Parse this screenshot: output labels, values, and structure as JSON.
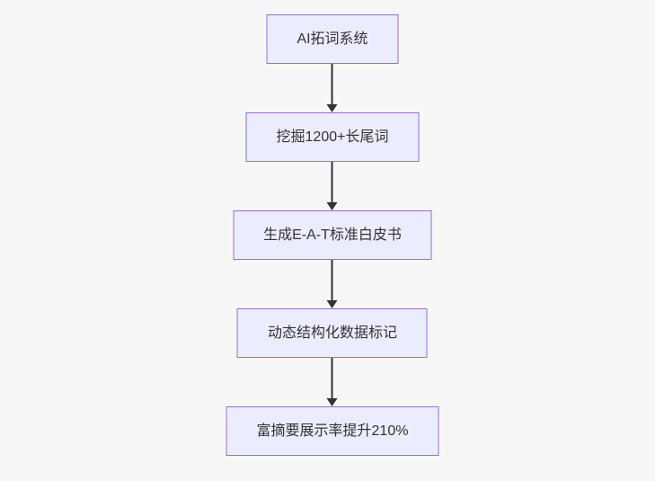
{
  "diagram": {
    "type": "flowchart",
    "direction": "top-down",
    "nodes": [
      {
        "id": "n1",
        "label": "AI拓词系统"
      },
      {
        "id": "n2",
        "label": "挖掘1200+长尾词"
      },
      {
        "id": "n3",
        "label": "生成E-A-T标准白皮书"
      },
      {
        "id": "n4",
        "label": "动态结构化数据标记"
      },
      {
        "id": "n5",
        "label": "富摘要展示率提升210%"
      }
    ],
    "edges": [
      {
        "from": "n1",
        "to": "n2",
        "style": "arrow"
      },
      {
        "from": "n2",
        "to": "n3",
        "style": "arrow"
      },
      {
        "from": "n3",
        "to": "n4",
        "style": "arrow"
      },
      {
        "from": "n4",
        "to": "n5",
        "style": "arrow"
      }
    ],
    "colors": {
      "background": "#f7f7f7",
      "node_fill": "#ECECFF",
      "node_border": "#9370DB",
      "node_text": "#333333",
      "arrow": "#333333"
    }
  }
}
